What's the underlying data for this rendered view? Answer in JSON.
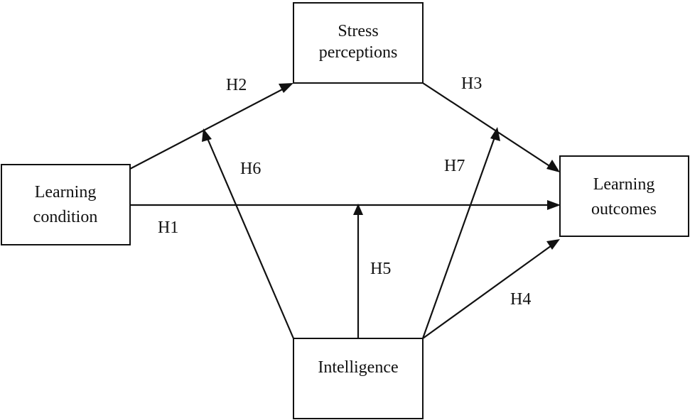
{
  "nodes": {
    "stress": {
      "line1": "Stress",
      "line2": "perceptions"
    },
    "learning_condition": {
      "line1": "Learning",
      "line2": "condition"
    },
    "learning_outcomes": {
      "line1": "Learning",
      "line2": "outcomes"
    },
    "intelligence": {
      "label": "Intelligence"
    }
  },
  "hypotheses": {
    "h1": "H1",
    "h2": "H2",
    "h3": "H3",
    "h4": "H4",
    "h5": "H5",
    "h6": "H6",
    "h7": "H7"
  },
  "colors": {
    "line": "#111111",
    "background": "#ffffff"
  }
}
